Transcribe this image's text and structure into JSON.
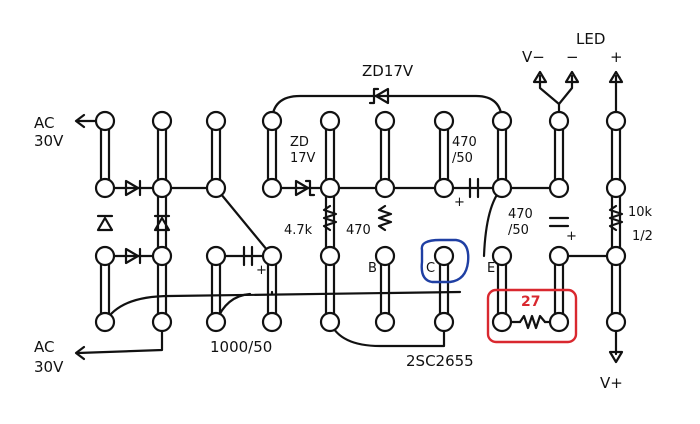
{
  "colors": {
    "ink": "#111111",
    "highlight_blue": "#1f3fa3",
    "highlight_red": "#d9282f"
  },
  "labels": {
    "ac_top": [
      "AC",
      "30V"
    ],
    "ac_bottom": [
      "AC",
      "30V"
    ],
    "zener_top": "ZD17V",
    "zener_small": [
      "ZD",
      "17V"
    ],
    "r47k": "4.7k",
    "r470": "470",
    "cap470_top": [
      "470",
      "/50"
    ],
    "cap470_right": [
      "470",
      "/50"
    ],
    "r10k": [
      "10k",
      "1/2"
    ],
    "cap1000": "1000/50",
    "transistor": "2SC2655",
    "pin_b": "B",
    "pin_c": "C",
    "pin_e": "E",
    "led": "LED",
    "v_minus": "V−",
    "minus": "−",
    "plus": "+",
    "v_plus": "V+",
    "res_value": "27",
    "plus_cap1": "+",
    "plus_cap2": "+",
    "plus_cap3": "+"
  }
}
